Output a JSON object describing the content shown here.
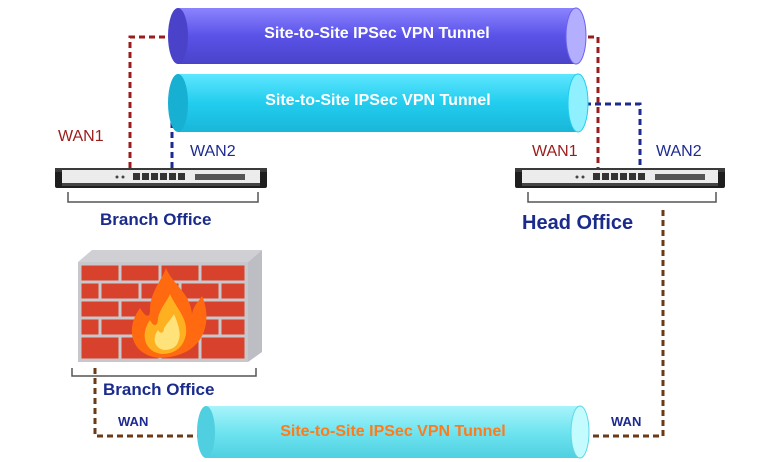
{
  "tunnels": {
    "top": "Site-to-Site IPSec VPN Tunnel",
    "middle": "Site-to-Site IPSec VPN Tunnel",
    "bottom": "Site-to-Site IPSec VPN Tunnel"
  },
  "labels": {
    "branch_wan1": "WAN1",
    "branch_wan2": "WAN2",
    "head_wan1": "WAN1",
    "head_wan2": "WAN2",
    "branch_office_top": "Branch Office",
    "head_office": "Head Office",
    "branch_office_bottom": "Branch Office",
    "fw_wan": "WAN",
    "head_wan": "WAN"
  },
  "colors": {
    "tunnel_top": "#6b63f0",
    "tunnel_middle": "#2fd3f2",
    "tunnel_bottom": "#6fe6f2",
    "wan1_line": "#9b1c1c",
    "wan2_line": "#1d2a8f",
    "wan_line": "#6b3a16",
    "bottom_tunnel_text": "#ff7a1a"
  }
}
